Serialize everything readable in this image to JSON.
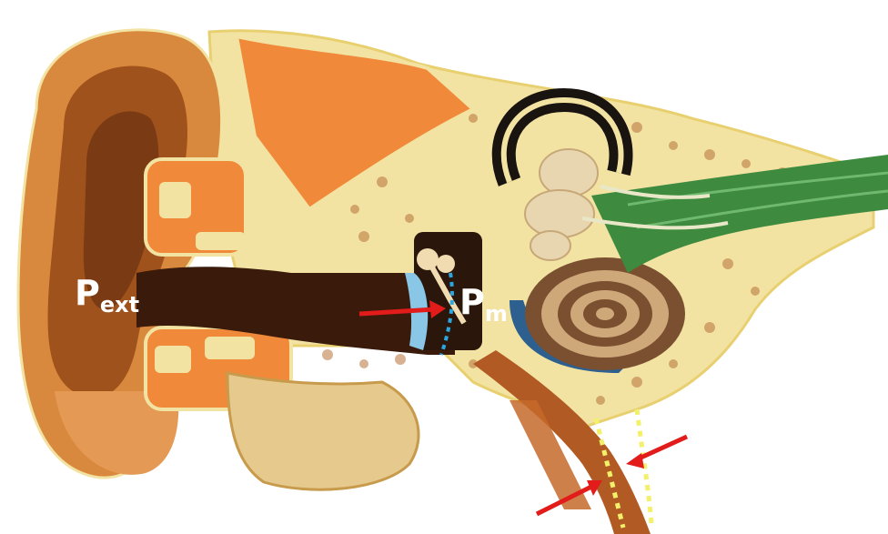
{
  "labels": {
    "external_pressure": {
      "main": "P",
      "sub": "ext"
    },
    "middle_pressure": {
      "main": "P",
      "sub": "m"
    }
  },
  "colors": {
    "skin": "#d9893e",
    "skin_dark": "#7a3a14",
    "bone": "#f3e3a3",
    "cartilage": "#f08a3a",
    "canal": "#3a1a0a",
    "arrow": "#e21b1b",
    "dotted_line": "#2aa7e0",
    "tube_dots": "#f3f06a",
    "nerve": "#3e8a3e",
    "cochlea_fluid": "#2d5f8f"
  },
  "icons": [
    "ear-cross-section",
    "red-arrow",
    "cochlea",
    "semicircular-canals",
    "auditory-nerve",
    "eustachian-tube"
  ]
}
